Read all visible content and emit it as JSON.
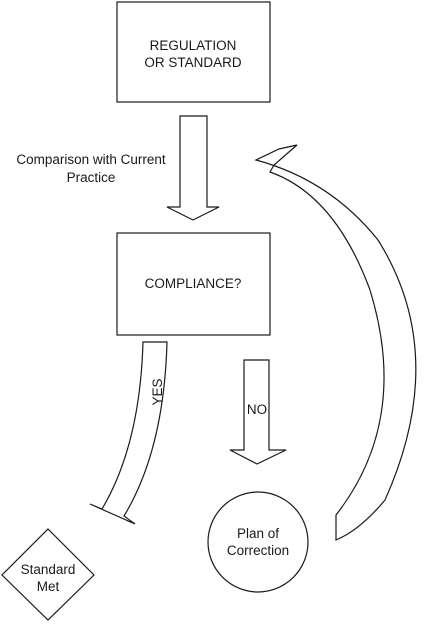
{
  "nodes": {
    "regulation": {
      "line1": "REGULATION",
      "line2": "OR STANDARD"
    },
    "compliance": {
      "label": "COMPLIANCE?"
    },
    "plan": {
      "line1": "Plan of",
      "line2": "Correction"
    },
    "standard_met": {
      "line1": "Standard",
      "line2": "Met"
    }
  },
  "arrows": {
    "comparison": {
      "line1": "Comparison with Current",
      "line2": "Practice"
    },
    "yes": {
      "label": "YES"
    },
    "no": {
      "label": "NO"
    }
  }
}
